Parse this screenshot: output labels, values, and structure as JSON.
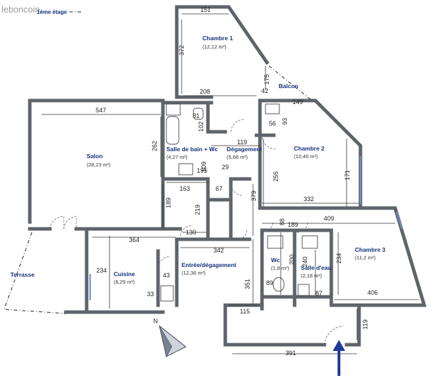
{
  "header": {
    "watermark": "leboncoin",
    "level": "1ème étage",
    "level_line": "-----"
  },
  "rooms": {
    "chambre1": {
      "name": "Chambre 1",
      "area": "(12,12 m²)"
    },
    "chambre2": {
      "name": "Chambre 2",
      "area": "(10,46 m²)"
    },
    "chambre3": {
      "name": "Chambre 3",
      "area": "(11,2 m²)"
    },
    "salon": {
      "name": "Salon",
      "area": "(28,23 m²)"
    },
    "sdb": {
      "name": "Salle de bain + Wc",
      "area": "(4,27 m²)"
    },
    "degagement": {
      "name": "Dégagement",
      "area": "(5,68 m²)"
    },
    "cuisine": {
      "name": "Cuisine",
      "area": "(8,29 m²)"
    },
    "entree": {
      "name": "Entrée/dégagement",
      "area": "(12,36 m²)"
    },
    "wc": {
      "name": "Wc",
      "area": "(1,8 m²)"
    },
    "salle_eau": {
      "name": "Salle d'eau",
      "area": "(2,18 m²)"
    },
    "balcon": {
      "name": "Balcon"
    },
    "terrasse": {
      "name": "Terrasse"
    }
  },
  "dimensions": {
    "d151": "151",
    "d372": "372",
    "d208": "208",
    "d175": "175",
    "d42": "42",
    "d149": "149",
    "d56": "56",
    "d93": "93",
    "d81": "81",
    "d547": "547",
    "d262": "262",
    "d102": "102",
    "d119": "119",
    "d109": "109",
    "d195": "195",
    "d29": "29",
    "d255": "255",
    "d171": "171",
    "d163": "163",
    "d67": "67",
    "d379": "379",
    "d332": "332",
    "d409": "409",
    "d189a": "189",
    "d219": "219",
    "d88": "88",
    "d189b": "189",
    "d130": "130",
    "d364": "364",
    "d342": "342",
    "d200": "200",
    "d240": "240",
    "d234a": "234",
    "d234b": "234",
    "d43": "43",
    "d33": "33",
    "d351": "351",
    "d89": "89",
    "d87": "87",
    "d406": "406",
    "d115": "115",
    "d119b": "119",
    "d391": "391"
  },
  "compass": {
    "label": "N"
  },
  "colors": {
    "wall": "#8a8f98",
    "room_label": "#14307a",
    "arrow": "#1f3a9e",
    "window": "#6a8fd0"
  }
}
